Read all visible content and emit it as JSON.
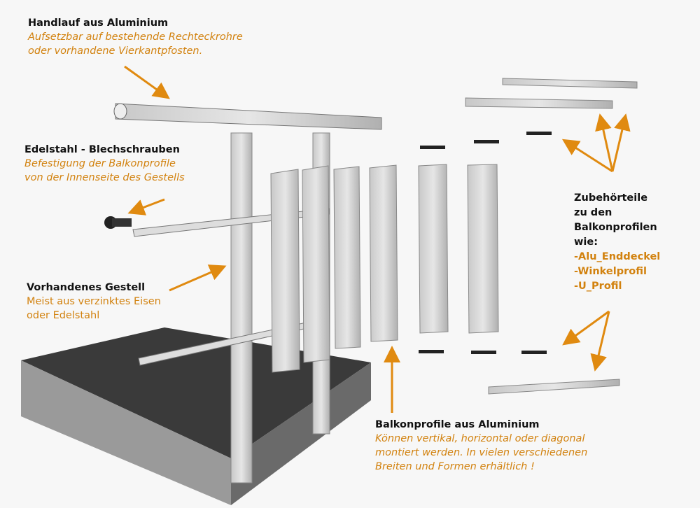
{
  "labels": {
    "handlauf": {
      "title": "Handlauf aus Aluminium",
      "line1": "Aufsetzbar auf bestehende Rechteckrohre",
      "line2": "oder vorhandene Vierkantpfosten."
    },
    "schrauben": {
      "title": "Edelstahl - Blechschrauben",
      "line1": "Befestigung der Balkonprofile",
      "line2": "von der Innenseite des Gestells"
    },
    "gestell": {
      "title": "Vorhandenes Gestell",
      "line1": "Meist aus verzinktes Eisen",
      "line2": "oder Edelstahl"
    },
    "zubehoer": {
      "line1": "Zubehörteile",
      "line2": "zu den",
      "line3": "Balkonprofilen",
      "line4": "wie:",
      "items": [
        "-Alu_Enddeckel",
        "-Winkelprofil",
        "-U_Profil"
      ]
    },
    "balkonprofile": {
      "title": "Balkonprofile aus Aluminium",
      "line1": "Können vertikal, horizontal oder diagonal",
      "line2": "montiert werden. In vielen verschiedenen",
      "line3": "Breiten und Formen erhältlich !"
    }
  },
  "colors": {
    "accent": "#d2820f",
    "text": "#111111"
  }
}
